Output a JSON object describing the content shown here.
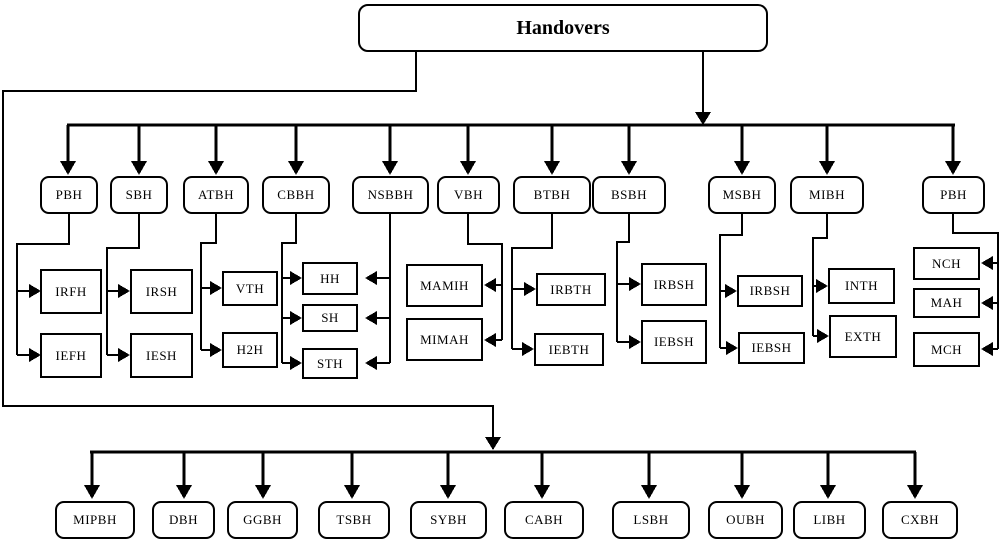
{
  "root": {
    "label": "Handovers"
  },
  "level1": [
    {
      "label": "PBH",
      "children": [
        "IRFH",
        "IEFH"
      ]
    },
    {
      "label": "SBH",
      "children": [
        "IRSH",
        "IESH"
      ]
    },
    {
      "label": "ATBH",
      "children": [
        "VTH",
        "H2H"
      ]
    },
    {
      "label": "CBBH",
      "children": [
        "HH",
        "SH",
        "STH"
      ]
    },
    {
      "label": "NSBBH",
      "children": [],
      "linked_children": [
        "HH",
        "SH",
        "STH"
      ]
    },
    {
      "label": "VBH",
      "children": [
        "MAMIH",
        "MIMAH"
      ]
    },
    {
      "label": "BTBH",
      "children": [
        "IRBTH",
        "IEBTH"
      ]
    },
    {
      "label": "BSBH",
      "children": [
        "IRBSH",
        "IEBSH"
      ]
    },
    {
      "label": "MSBH",
      "children": [
        "IRBSH",
        "IEBSH"
      ]
    },
    {
      "label": "MIBH",
      "children": [
        "INTH",
        "EXTH"
      ]
    },
    {
      "label": "PBH",
      "children": [
        "NCH",
        "MAH",
        "MCH"
      ]
    }
  ],
  "level2": [
    "MIPBH",
    "DBH",
    "GGBH",
    "TSBH",
    "SYBH",
    "CABH",
    "LSBH",
    "OUBH",
    "LIBH",
    "CXBH"
  ],
  "colors": {
    "line": "#000000",
    "background": "#ffffff"
  }
}
